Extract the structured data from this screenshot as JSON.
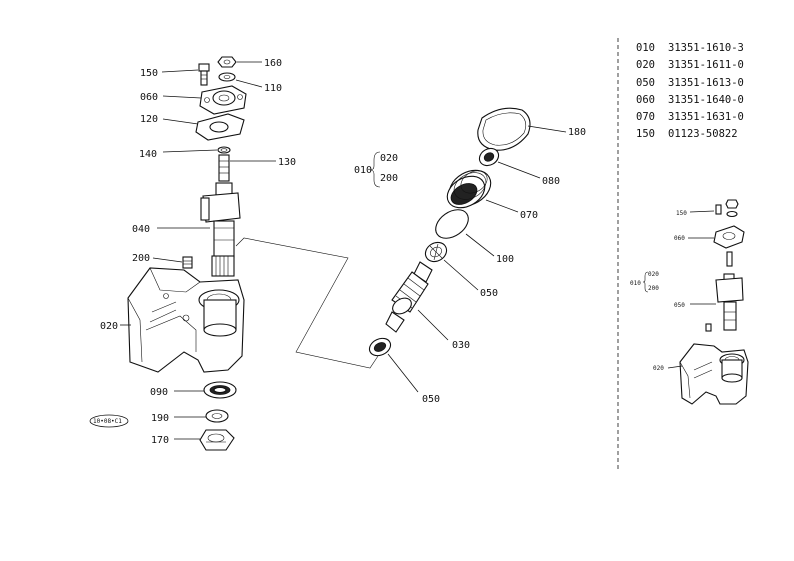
{
  "parts_table": [
    {
      "ref": "010",
      "part_no": "31351-1610-3"
    },
    {
      "ref": "020",
      "part_no": "31351-1611-0"
    },
    {
      "ref": "050",
      "part_no": "31351-1613-0"
    },
    {
      "ref": "060",
      "part_no": "31351-1640-0"
    },
    {
      "ref": "070",
      "part_no": "31351-1631-0"
    },
    {
      "ref": "150",
      "part_no": "01123-50822"
    }
  ],
  "callouts": {
    "c150": "150",
    "c160": "160",
    "c110": "110",
    "c060": "060",
    "c120": "120",
    "c140": "140",
    "c130": "130",
    "c040": "040",
    "c200": "200",
    "c020": "020",
    "c090": "090",
    "c190": "190",
    "c170": "170",
    "g010": "010",
    "g020": "020",
    "g200": "200",
    "c180": "180",
    "c080": "080",
    "c070": "070",
    "c100": "100",
    "c050a": "050",
    "c030": "030",
    "c050b": "050",
    "stamp": "10•08•C1"
  },
  "inset_callouts": {
    "i150": "150",
    "i060": "060",
    "i010": "010",
    "i020": "020",
    "i200": "200",
    "i050": "050",
    "i020b": "020"
  }
}
